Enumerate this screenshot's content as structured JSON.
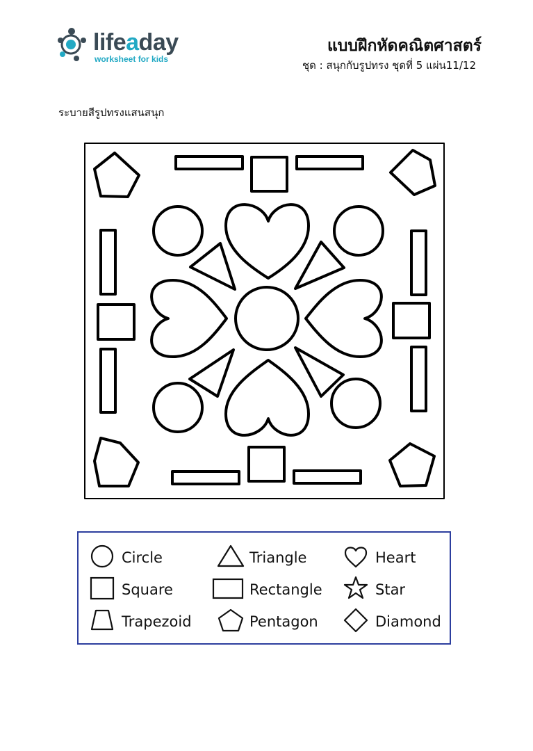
{
  "logo": {
    "word_part1": "life",
    "word_part2": "a",
    "word_part3": "day",
    "tagline": "worksheet for kids",
    "colors": {
      "dark": "#3a4a55",
      "accent": "#22a9c4"
    }
  },
  "header": {
    "title": "แบบฝึกหัดคณิตศาสตร์",
    "subtitle": "ชุด : สนุกกับรูปทรง  ชุดที่ 5 แผ่น11/12"
  },
  "instruction": "ระบายสีรูปทรงแสนสนุก",
  "legend": {
    "border_color": "#2c3e9e",
    "items": [
      {
        "icon": "circle-icon",
        "label": "Circle"
      },
      {
        "icon": "triangle-icon",
        "label": "Triangle"
      },
      {
        "icon": "heart-icon",
        "label": "Heart"
      },
      {
        "icon": "square-icon",
        "label": "Square"
      },
      {
        "icon": "rectangle-icon",
        "label": "Rectangle"
      },
      {
        "icon": "star-icon",
        "label": "Star"
      },
      {
        "icon": "trapezoid-icon",
        "label": "Trapezoid"
      },
      {
        "icon": "pentagon-icon",
        "label": "Pentagon"
      },
      {
        "icon": "diamond-icon",
        "label": "Diamond"
      }
    ]
  }
}
